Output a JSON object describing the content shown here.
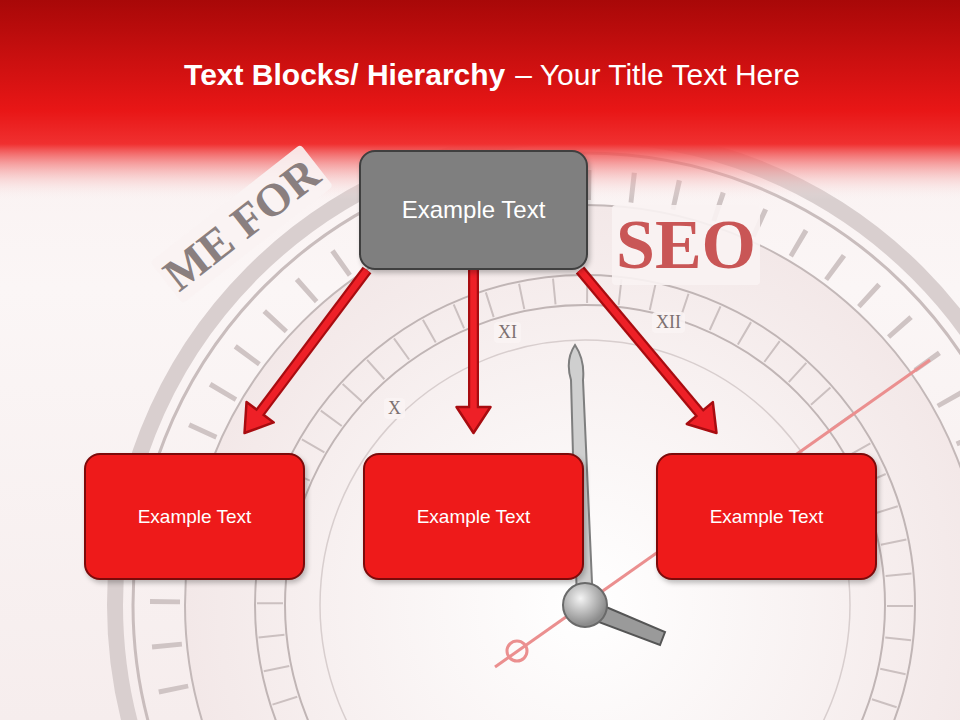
{
  "diagram": {
    "title": "Text Blocks/ Hierarchy",
    "nodes": [
      {
        "text": [
          "Example Text"
        ]
      },
      {
        "text": [
          "Example Text"
        ]
      },
      {
        "text": [
          "Example Text"
        ]
      },
      {
        "text": [
          "Example Text"
        ]
      }
    ],
    "edges": [
      {
        "from": 0,
        "to": 1,
        "arrow": "to"
      },
      {
        "from": 0,
        "to": 2,
        "arrow": "to"
      },
      {
        "from": 0,
        "to": 3,
        "arrow": "to"
      }
    ],
    "labels": [
      "– Your Title Text Here",
      "ME FOR",
      "SEO",
      "XII",
      "XI",
      "X"
    ]
  }
}
